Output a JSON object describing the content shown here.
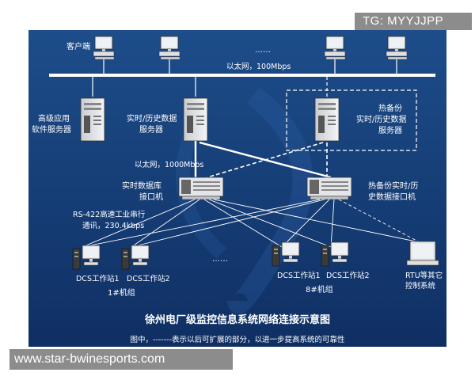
{
  "watermarks": {
    "top_right": "TG: MYYJJPP",
    "bottom_left": "www.star-bwinesports.com"
  },
  "diagram": {
    "client_label": "客户端",
    "ellipsis": "……",
    "ethernet_100": "以太网，100Mbps",
    "ethernet_1000": "以太网，1000Mbps",
    "server_advanced": [
      "高级应用",
      "软件服务器"
    ],
    "server_realtime": [
      "实时/历史数据",
      "服务器"
    ],
    "server_hot_backup": [
      "热备份",
      "实时/历史数据",
      "服务器"
    ],
    "interface_realtime": [
      "实时数据库",
      "接口机"
    ],
    "interface_hot_backup": [
      "热备份实时/历",
      "史数据接口机"
    ],
    "serial_link": [
      "RS-422高速工业串行",
      "通讯，230.4kbps"
    ],
    "ellipsis_dots": "……",
    "dcs_ws1": "DCS工作站1",
    "dcs_ws2": "DCS工作站2",
    "unit1": "1#机组",
    "unit8": "8#机组",
    "rtu": [
      "RTU等其它",
      "控制系统"
    ],
    "title": "徐州电厂级监控信息系统网络连接示意图",
    "note": "图中，-------表示以后可扩展的部分，以进一步提高系统的可靠性"
  }
}
